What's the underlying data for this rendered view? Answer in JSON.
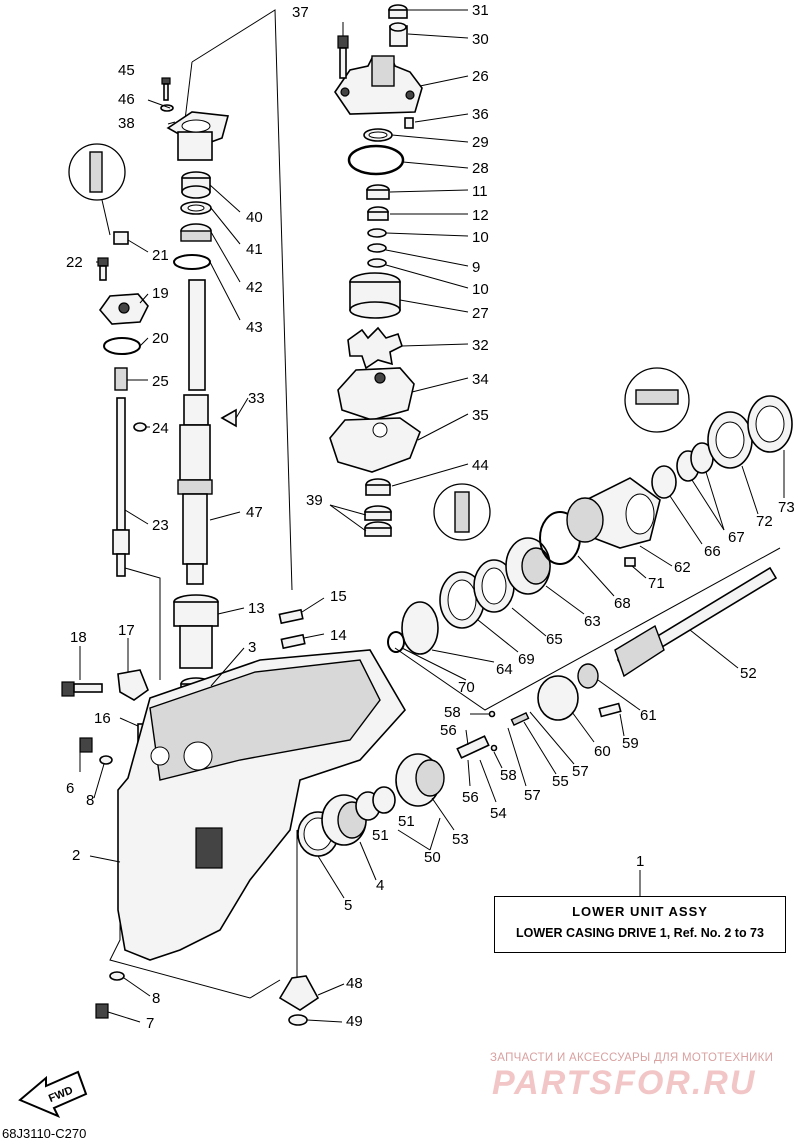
{
  "callouts": [
    {
      "id": "n31",
      "text": "31"
    },
    {
      "id": "n30",
      "text": "30"
    },
    {
      "id": "n26",
      "text": "26"
    },
    {
      "id": "n36",
      "text": "36"
    },
    {
      "id": "n29",
      "text": "29"
    },
    {
      "id": "n28",
      "text": "28"
    },
    {
      "id": "n11",
      "text": "11"
    },
    {
      "id": "n12",
      "text": "12"
    },
    {
      "id": "n10a",
      "text": "10"
    },
    {
      "id": "n9",
      "text": "9"
    },
    {
      "id": "n10b",
      "text": "10"
    },
    {
      "id": "n27",
      "text": "27"
    },
    {
      "id": "n32",
      "text": "32"
    },
    {
      "id": "n34",
      "text": "34"
    },
    {
      "id": "n35",
      "text": "35"
    },
    {
      "id": "n44",
      "text": "44"
    },
    {
      "id": "n39",
      "text": "39"
    },
    {
      "id": "n37",
      "text": "37"
    },
    {
      "id": "n45",
      "text": "45"
    },
    {
      "id": "n46",
      "text": "46"
    },
    {
      "id": "n38",
      "text": "38"
    },
    {
      "id": "n40",
      "text": "40"
    },
    {
      "id": "n41",
      "text": "41"
    },
    {
      "id": "n42",
      "text": "42"
    },
    {
      "id": "n43",
      "text": "43"
    },
    {
      "id": "n21",
      "text": "21"
    },
    {
      "id": "n22",
      "text": "22"
    },
    {
      "id": "n19",
      "text": "19"
    },
    {
      "id": "n20",
      "text": "20"
    },
    {
      "id": "n25",
      "text": "25"
    },
    {
      "id": "n24",
      "text": "24"
    },
    {
      "id": "n23",
      "text": "23"
    },
    {
      "id": "n33",
      "text": "33"
    },
    {
      "id": "n47",
      "text": "47"
    },
    {
      "id": "n15",
      "text": "15"
    },
    {
      "id": "n13",
      "text": "13"
    },
    {
      "id": "n14",
      "text": "14"
    },
    {
      "id": "n3",
      "text": "3"
    },
    {
      "id": "n18",
      "text": "18"
    },
    {
      "id": "n17",
      "text": "17"
    },
    {
      "id": "n16",
      "text": "16"
    },
    {
      "id": "n6",
      "text": "6"
    },
    {
      "id": "n8a",
      "text": "8"
    },
    {
      "id": "n2",
      "text": "2"
    },
    {
      "id": "n8b",
      "text": "8"
    },
    {
      "id": "n7",
      "text": "7"
    },
    {
      "id": "n48",
      "text": "48"
    },
    {
      "id": "n49",
      "text": "49"
    },
    {
      "id": "n5",
      "text": "5"
    },
    {
      "id": "n4",
      "text": "4"
    },
    {
      "id": "n51a",
      "text": "51"
    },
    {
      "id": "n51b",
      "text": "51"
    },
    {
      "id": "n50",
      "text": "50"
    },
    {
      "id": "n53",
      "text": "53"
    },
    {
      "id": "n56a",
      "text": "56"
    },
    {
      "id": "n58a",
      "text": "58"
    },
    {
      "id": "n56b",
      "text": "56"
    },
    {
      "id": "n58b",
      "text": "58"
    },
    {
      "id": "n54",
      "text": "54"
    },
    {
      "id": "n57a",
      "text": "57"
    },
    {
      "id": "n55",
      "text": "55"
    },
    {
      "id": "n57b",
      "text": "57"
    },
    {
      "id": "n60",
      "text": "60"
    },
    {
      "id": "n59",
      "text": "59"
    },
    {
      "id": "n61",
      "text": "61"
    },
    {
      "id": "n52",
      "text": "52"
    },
    {
      "id": "n70",
      "text": "70"
    },
    {
      "id": "n64",
      "text": "64"
    },
    {
      "id": "n69",
      "text": "69"
    },
    {
      "id": "n65",
      "text": "65"
    },
    {
      "id": "n63",
      "text": "63"
    },
    {
      "id": "n68",
      "text": "68"
    },
    {
      "id": "n71",
      "text": "71"
    },
    {
      "id": "n62",
      "text": "62"
    },
    {
      "id": "n66",
      "text": "66"
    },
    {
      "id": "n67",
      "text": "67"
    },
    {
      "id": "n72",
      "text": "72"
    },
    {
      "id": "n73",
      "text": "73"
    },
    {
      "id": "n1",
      "text": "1"
    }
  ],
  "assy": {
    "title": "LOWER UNIT ASSY",
    "ref": "LOWER CASING DRIVE 1, Ref. No. 2 to 73"
  },
  "fwd_label": "FWD",
  "catalog_code": "68J3110-C270",
  "watermark": {
    "tagline": "ЗАПЧАСТИ И АКСЕССУАРЫ ДЛЯ МОТОТЕХНИКИ",
    "logo": "PARTSFOR.RU"
  }
}
